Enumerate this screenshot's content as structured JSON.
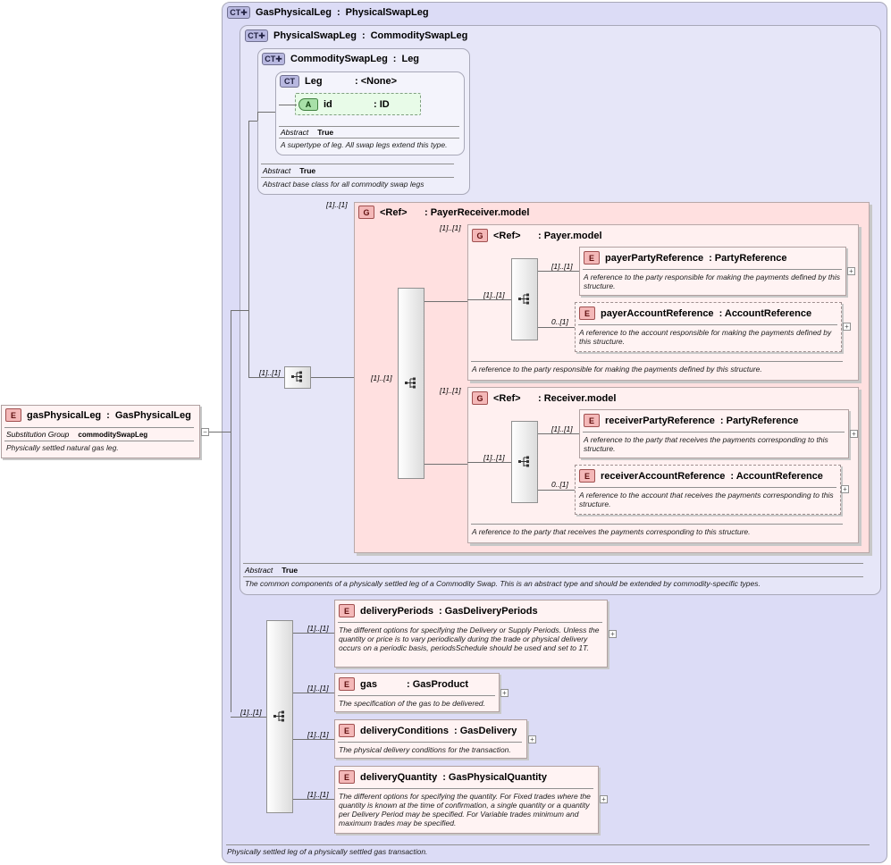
{
  "root_element": {
    "badge": "E",
    "name": "gasPhysicalLeg",
    "type": "GasPhysicalLeg",
    "prop_label": "Substitution Group",
    "prop_value": "commoditySwapLeg",
    "doc": "Physically settled natural gas leg.",
    "collapse": "−"
  },
  "gas_physical_leg_type": {
    "badge": "CT",
    "name": "GasPhysicalLeg",
    "base": "PhysicalSwapLeg",
    "doc": "Physically settled leg of a physically settled gas transaction."
  },
  "physical_swap_leg_type": {
    "badge": "CT",
    "name": "PhysicalSwapLeg",
    "base": "CommoditySwapLeg",
    "abstract_label": "Abstract",
    "abstract_value": "True",
    "doc": "The common components of a physically settled leg of a Commodity Swap. This is an abstract type and should be extended by commodity-specific types."
  },
  "commodity_swap_leg_type": {
    "badge": "CT",
    "name": "CommoditySwapLeg",
    "base": "Leg",
    "abstract_label": "Abstract",
    "abstract_value": "True",
    "doc": "Abstract base class for all commodity swap legs"
  },
  "leg_type": {
    "badge": "CT",
    "name": "Leg",
    "base": ": <None>",
    "abstract_label": "Abstract",
    "abstract_value": "True",
    "doc": "A supertype of leg. All swap legs extend this type.",
    "attr": {
      "badge": "A",
      "name": "id",
      "type": ": ID"
    }
  },
  "payer_receiver_model": {
    "badge": "G",
    "ref": "<Ref>",
    "name": ": PayerReceiver.model",
    "mult": "[1]..[1]"
  },
  "payer_model": {
    "badge": "G",
    "ref": "<Ref>",
    "name": ": Payer.model",
    "mult": "[1]..[1]",
    "doc": "A reference to the party responsible for making the payments defined by this structure.",
    "seq_mult": "[1]..[1]",
    "items": [
      {
        "badge": "E",
        "name": "payerPartyReference",
        "type": ": PartyReference",
        "mult": "[1]..[1]",
        "doc": "A reference to the party responsible for making the payments defined by this structure."
      },
      {
        "badge": "E",
        "name": "payerAccountReference",
        "type": ": AccountReference",
        "mult": "0..[1]",
        "doc": "A reference to the account responsible for making the payments defined by this structure."
      }
    ]
  },
  "receiver_model": {
    "badge": "G",
    "ref": "<Ref>",
    "name": ": Receiver.model",
    "mult": "[1]..[1]",
    "doc": "A reference to the party that receives the payments corresponding to this structure.",
    "seq_mult": "[1]..[1]",
    "items": [
      {
        "badge": "E",
        "name": "receiverPartyReference",
        "type": ": PartyReference",
        "mult": "[1]..[1]",
        "doc": "A reference to the party that receives the payments corresponding to this structure."
      },
      {
        "badge": "E",
        "name": "receiverAccountReference",
        "type": ": AccountReference",
        "mult": "0..[1]",
        "doc": "A reference to the account that receives the payments corresponding to this structure."
      }
    ]
  },
  "sequences": {
    "outer_mult": "[1]..[1]",
    "inner_mult": "[1]..[1]",
    "bottom_mult": "[1]..[1]"
  },
  "gas_elements": [
    {
      "badge": "E",
      "name": "deliveryPeriods",
      "type": ": GasDeliveryPeriods",
      "mult": "[1]..[1]",
      "doc": "The different options for specifying the Delivery or Supply Periods. Unless the quantity or price is to vary periodically during the trade or physical delivery occurs on a periodic basis, periodsSchedule should be used and set to 1T."
    },
    {
      "badge": "E",
      "name": "gas",
      "type": ": GasProduct",
      "mult": "[1]..[1]",
      "doc": "The specification of the gas to be delivered."
    },
    {
      "badge": "E",
      "name": "deliveryConditions",
      "type": ": GasDelivery",
      "mult": "[1]..[1]",
      "doc": "The physical delivery conditions for the transaction."
    },
    {
      "badge": "E",
      "name": "deliveryQuantity",
      "type": ": GasPhysicalQuantity",
      "mult": "[1]..[1]",
      "doc": "The different options for specifying the quantity. For Fixed trades where the quantity is known at the time of confirmation, a single quantity or a quantity per Delivery Period may be specified. For Variable trades minimum and maximum trades may be specified."
    }
  ],
  "expand_glyph": "+"
}
